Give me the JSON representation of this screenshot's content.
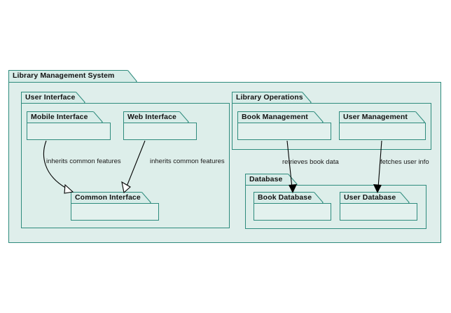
{
  "diagram": {
    "type": "uml-package-diagram",
    "background": "#ffffff",
    "border_color": "#2e8b7d",
    "tab_fill": "#d7ece8",
    "body_fill": "#ddeeea",
    "edge_color": "#000000"
  },
  "packages": {
    "system": {
      "label": "Library Management System"
    },
    "user_interface": {
      "label": "User Interface"
    },
    "library_operations": {
      "label": "Library Operations"
    },
    "database": {
      "label": "Database"
    }
  },
  "elements": {
    "mobile_interface": {
      "label": "Mobile Interface"
    },
    "web_interface": {
      "label": "Web Interface"
    },
    "common_interface": {
      "label": "Common Interface"
    },
    "book_management": {
      "label": "Book Management"
    },
    "user_management": {
      "label": "User Management"
    },
    "book_database": {
      "label": "Book Database"
    },
    "user_database": {
      "label": "User Database"
    }
  },
  "relationships": [
    {
      "id": "mobile-to-common",
      "from": "Mobile Interface",
      "to": "Common Interface",
      "kind": "generalization",
      "label": "inherits common features"
    },
    {
      "id": "web-to-common",
      "from": "Web Interface",
      "to": "Common Interface",
      "kind": "generalization",
      "label": "inherits common features"
    },
    {
      "id": "book-management-to-book-database",
      "from": "Book Management",
      "to": "Book Database",
      "kind": "dependency",
      "label": "retrieves book data"
    },
    {
      "id": "user-management-to-user-database",
      "from": "User Management",
      "to": "User Database",
      "kind": "dependency",
      "label": "fetches user info"
    }
  ]
}
